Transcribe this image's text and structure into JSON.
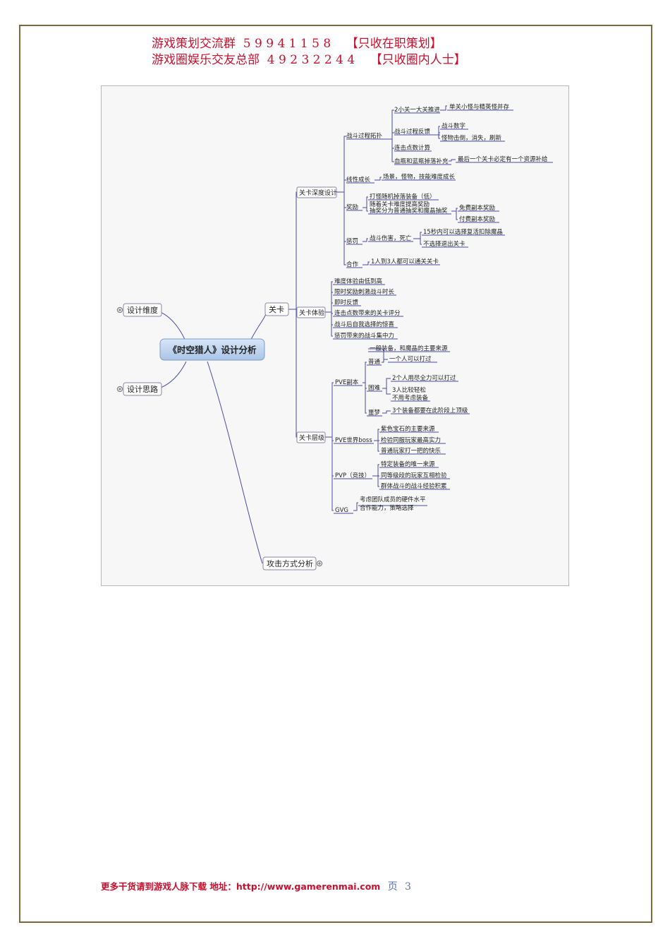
{
  "header": {
    "line1": "游戏策划交流群  5 9 9 4 1 1 5 8    【只收在职策划】",
    "line2": "游戏圈娱乐交友总部  4 9 2 3 2 2 4 4    【只收圈内人士】"
  },
  "mindmap": {
    "center": "《时空猎人》设计分析",
    "left_branches": [
      "设计维度",
      "设计思路"
    ],
    "level_node": "关卡",
    "attack_node": "攻击方式分析",
    "depth": {
      "label": "关卡深度设计",
      "combat_topology": "战斗过程拓扑",
      "small_big": "2小关一大关推进",
      "small_big_leaf": "单关小怪与精英怪并存",
      "feedback": "战斗过程反馈",
      "feedback_1": "战斗数字",
      "feedback_2": "怪物击倒，消失，刷新",
      "combo_calc": "连击点数计算",
      "potion": "血瓶和蓝瓶掉落补充",
      "potion_leaf": "最后一个关卡必定有一个资源补给",
      "linear": "线性成长",
      "linear_leaf": "场景，怪物，技能难度成长",
      "reward": "奖励",
      "reward_1": "打怪随机掉落装备（低）",
      "reward_2a": "随着关卡难度提高奖励",
      "reward_2b": "抽奖分为普通抽奖和魔晶抽奖",
      "reward_free": "免费副本奖励",
      "reward_paid": "付费副本奖励",
      "punish": "惩罚",
      "punish_1": "战斗伤害，死亡",
      "punish_revive": "15秒内可以选择复活扣除魔晶",
      "punish_quit": "不选择退出关卡",
      "coop": "合作",
      "coop_leaf": "1人到3人都可以通关关卡"
    },
    "experience": {
      "label": "关卡体验",
      "items": [
        "难度体验由低到高",
        "限时奖励刺激战斗时长",
        "即时反馈",
        "连击点数带来的关卡评分",
        "战斗后自我选择的惊喜",
        "惩罚带来的战斗集中力"
      ]
    },
    "tiers": {
      "label": "关卡层级",
      "pve": "PVE副本",
      "normal": "普通",
      "normal_1": "一般装备，和魔晶的主要来源",
      "normal_2": "一个人可以打过",
      "hard": "困难",
      "hard_1": "2个人用尽全力可以打过",
      "hard_2a": "3人比较轻松",
      "hard_2b": "不用考虑装备",
      "nightmare": "噩梦",
      "nightmare_1": "3个装备都要在此阶段上顶级",
      "world_boss": "PVE世界boss",
      "boss_1": "紫色宝石的主要来源",
      "boss_2": "检验同服玩家最高实力",
      "boss_3": "普通玩家打一把的快乐",
      "pvp": "PVP（竞技）",
      "pvp_1": "特定装备的唯一来源",
      "pvp_2": "同等级段的玩家互相检验",
      "pvp_3": "群体战斗的战斗经验积累",
      "gvg": "GVG",
      "gvg_1a": "考虑团队成员的硬件水平",
      "gvg_1b": "合作能力，策略选择"
    }
  },
  "footer": {
    "text": "更多干货请到游戏人脉下载   地址：http://www.gamerenmai.com",
    "page_label": "页",
    "page_number": "3"
  },
  "colors": {
    "header_red": "#c8102e",
    "line_blue": "#4a4aa8",
    "center_fill": "#bcd3ef",
    "frame_bg": "#f7f7f7",
    "border_brown": "#7a6a3a"
  }
}
